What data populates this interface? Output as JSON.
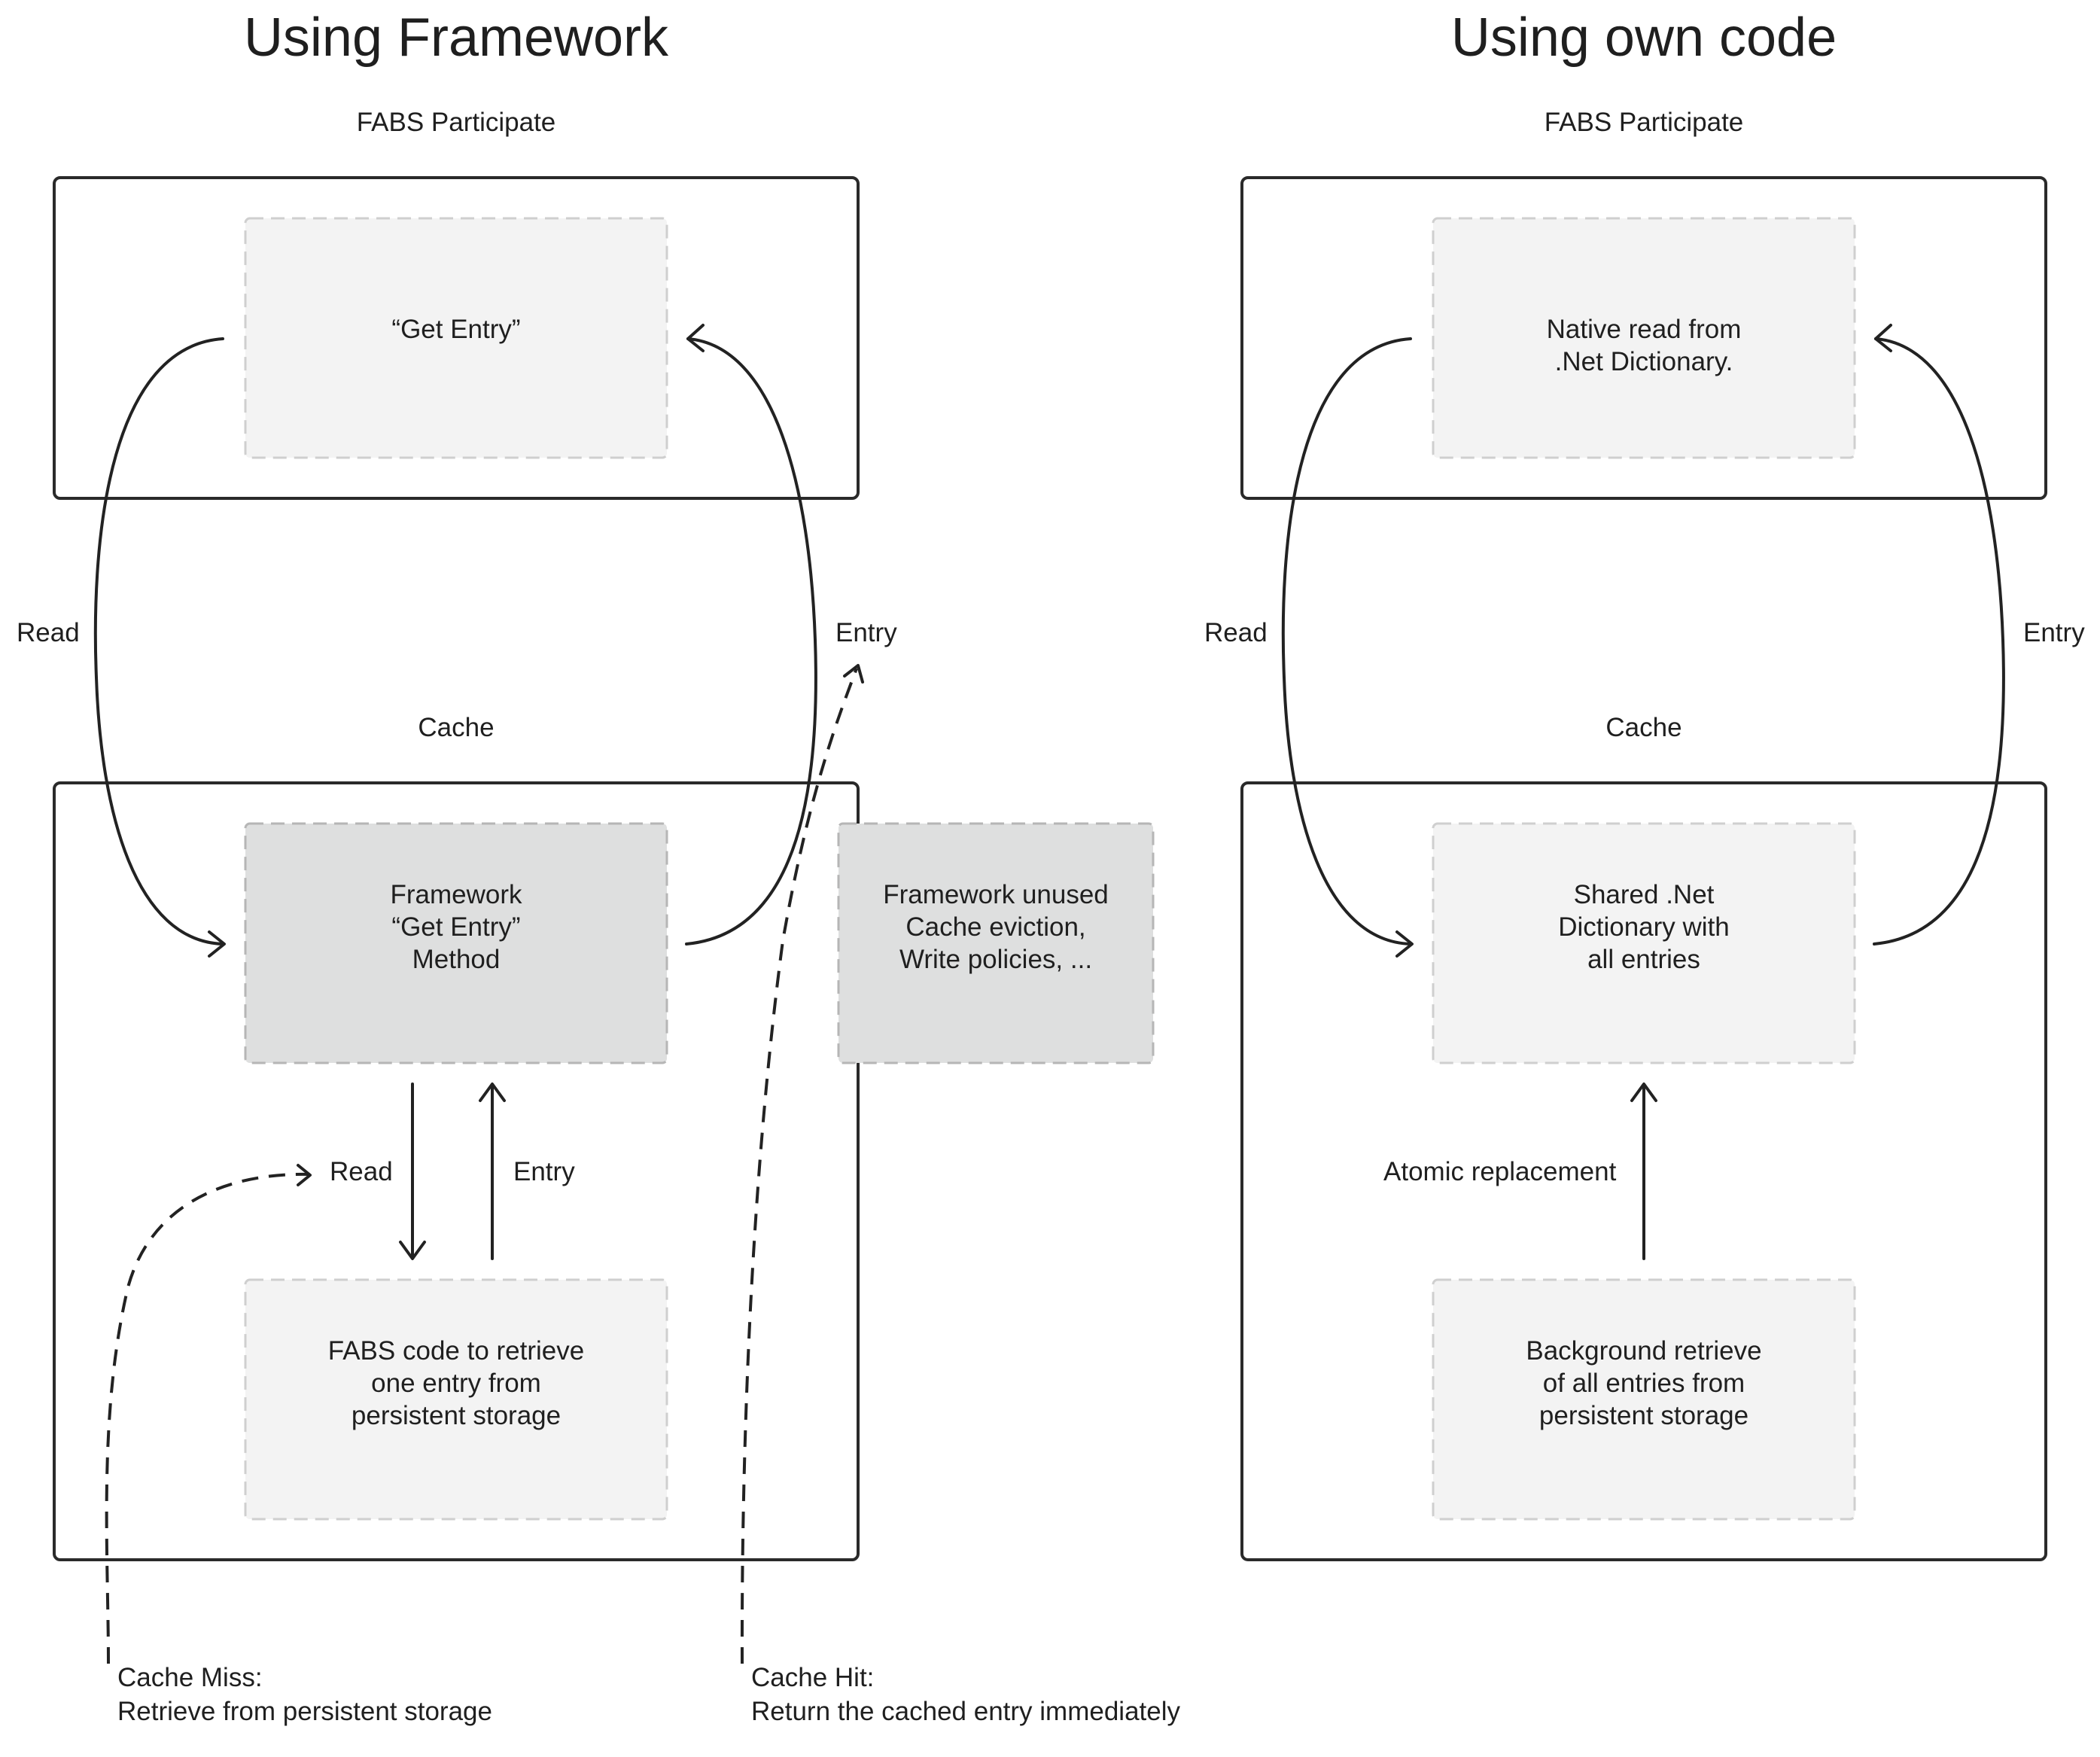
{
  "left": {
    "title": "Using Framework",
    "participant_label": "FABS Participate",
    "participant_box": "“Get Entry”",
    "read_label": "Read",
    "entry_label": "Entry",
    "cache_label": "Cache",
    "framework_box": [
      "Framework",
      "“Get Entry”",
      "Method"
    ],
    "unused_box": [
      "Framework unused",
      "Cache eviction,",
      "Write policies, ..."
    ],
    "inner_read_label": "Read",
    "inner_entry_label": "Entry",
    "fabs_code_box": [
      "FABS code to retrieve",
      "one entry from",
      "persistent storage"
    ],
    "cache_miss": [
      "Cache Miss:",
      "Retrieve from persistent storage"
    ],
    "cache_hit": [
      "Cache Hit:",
      "Return the cached entry immediately"
    ]
  },
  "right": {
    "title": "Using own code",
    "participant_label": "FABS Participate",
    "participant_box": [
      "Native read from",
      ".Net Dictionary."
    ],
    "read_label": "Read",
    "entry_label": "Entry",
    "cache_label": "Cache",
    "dictionary_box": [
      "Shared .Net",
      "Dictionary with",
      "all entries"
    ],
    "atomic_label": "Atomic replacement",
    "background_box": [
      "Background retrieve",
      "of all entries from",
      "persistent storage"
    ]
  }
}
